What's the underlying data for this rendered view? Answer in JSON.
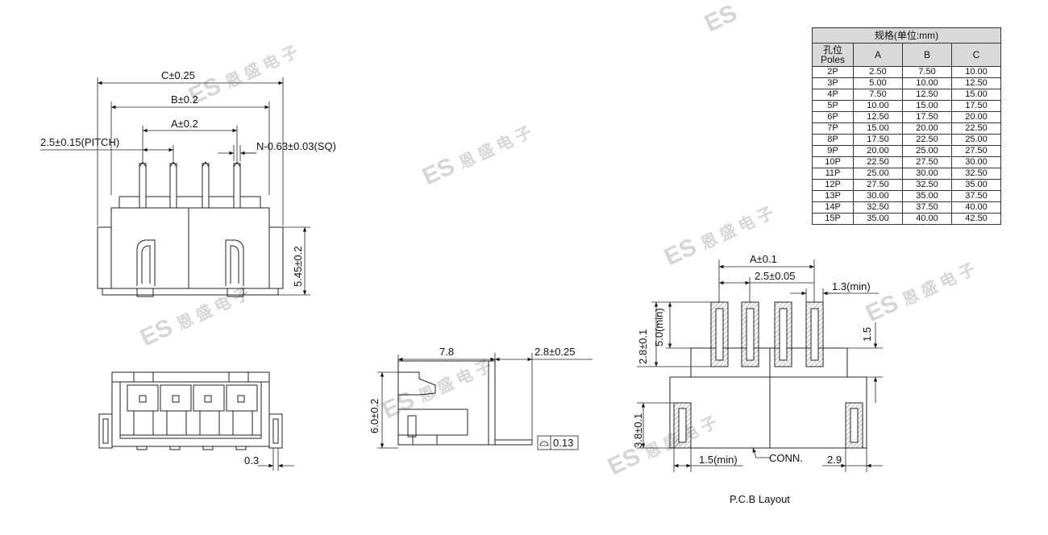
{
  "watermark": {
    "logo": "ES",
    "text": "恩 盛 电 子"
  },
  "front_view": {
    "dim_c": "C±0.25",
    "dim_b": "B±0.2",
    "dim_a": "A±0.2",
    "dim_pitch": "2.5±0.15(PITCH)",
    "dim_pin": "N-0.63±0.03(SQ)",
    "dim_height": "5.45±0.2"
  },
  "bottom_view": {
    "dim_03": "0.3"
  },
  "side_view": {
    "dim_78": "7.8",
    "dim_28": "2.8±0.25",
    "dim_60": "6.0±0.2",
    "flatness": "0.13"
  },
  "pcb_layout": {
    "dim_a": "A±0.1",
    "dim_pitch": "2.5±0.05",
    "dim_13": "1.3(min)",
    "dim_15_right": "1.5",
    "dim_28": "2.8±0.1",
    "dim_50": "5.0(min)",
    "dim_38": "3.8±0.1",
    "dim_15_bottom": "1.5(min)",
    "conn": "CONN.",
    "dim_29": "2.9",
    "caption": "P.C.B Layout"
  },
  "spec_table": {
    "title": "规格(单位:mm)",
    "header_poles_cn": "孔位",
    "header_poles_en": "Poles",
    "columns": [
      "A",
      "B",
      "C"
    ],
    "rows": [
      [
        "2P",
        "2.50",
        "7.50",
        "10.00"
      ],
      [
        "3P",
        "5.00",
        "10.00",
        "12.50"
      ],
      [
        "4P",
        "7.50",
        "12.50",
        "15.00"
      ],
      [
        "5P",
        "10.00",
        "15.00",
        "17.50"
      ],
      [
        "6P",
        "12.50",
        "17.50",
        "20.00"
      ],
      [
        "7P",
        "15.00",
        "20.00",
        "22.50"
      ],
      [
        "8P",
        "17.50",
        "22.50",
        "25.00"
      ],
      [
        "9P",
        "20.00",
        "25.00",
        "27.50"
      ],
      [
        "10P",
        "22.50",
        "27.50",
        "30.00"
      ],
      [
        "11P",
        "25.00",
        "30.00",
        "32.50"
      ],
      [
        "12P",
        "27.50",
        "32.50",
        "35.00"
      ],
      [
        "13P",
        "30.00",
        "35.00",
        "37.50"
      ],
      [
        "14P",
        "32.50",
        "37.50",
        "40.00"
      ],
      [
        "15P",
        "35.00",
        "40.00",
        "42.50"
      ]
    ]
  }
}
